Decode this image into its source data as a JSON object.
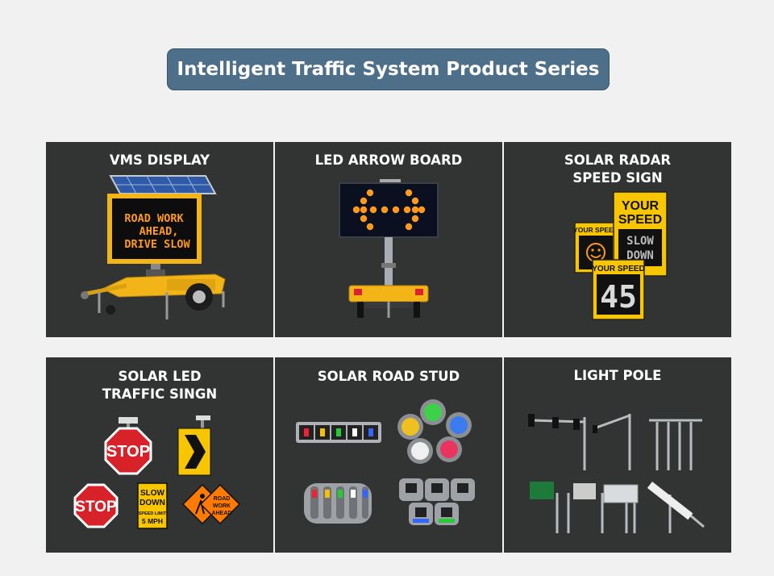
{
  "header": {
    "title": "Intelligent Traffic System Product Series"
  },
  "panels": [
    {
      "id": "vms",
      "title": "VMS DISPLAY",
      "sign_lines": [
        "ROAD WORK",
        "AHEAD,",
        "DRIVE SLOW"
      ]
    },
    {
      "id": "arrow",
      "title": "LED ARROW  BOARD"
    },
    {
      "id": "radar",
      "title": "SOLAR RADAR\nSPEED SIGN",
      "texts": {
        "your_speed": "YOUR SPEED",
        "your": "YOUR",
        "speed": "SPEED",
        "slow": "SLOW",
        "down": "DOWN",
        "speed_value": "45"
      }
    },
    {
      "id": "led",
      "title": "SOLAR LED\nTRAFFIC SINGN",
      "texts": {
        "stop": "STOP",
        "slow": "SLOW",
        "down": "DOWN",
        "speed_limit": "SPEED LIMIT",
        "mph": "5 MPH",
        "road": "ROAD",
        "work": "WORK",
        "ahead": "AHEAD"
      }
    },
    {
      "id": "stud",
      "title": "SOLAR ROAD STUD"
    },
    {
      "id": "pole",
      "title": "LIGHT POLE"
    }
  ],
  "colors": {
    "panel_bg": "#323333",
    "header_bg": "#4d6f8a",
    "led_amber": "#ff9a1a",
    "sign_yellow": "#f7c600",
    "stop_red": "#d8222a"
  }
}
